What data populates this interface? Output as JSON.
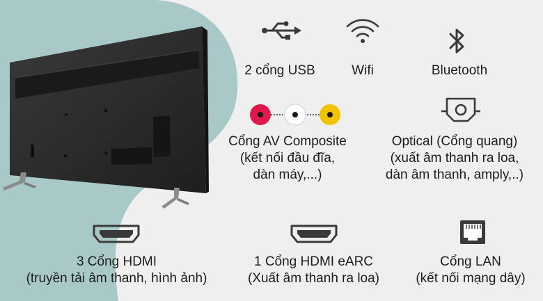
{
  "colors": {
    "background": "#efefef",
    "blob": "#a9c9c8",
    "tv_body": "#2a2a2a",
    "av_red": "#e0194a",
    "av_white": "#ffffff",
    "av_yellow": "#f2c300",
    "icon": "#3a3a3a"
  },
  "ports": {
    "usb": {
      "icon": "usb-icon",
      "label": "2 cổng USB"
    },
    "wifi": {
      "icon": "wifi-icon",
      "label": "Wifi"
    },
    "bluetooth": {
      "icon": "bluetooth-icon",
      "label": "Bluetooth"
    },
    "av": {
      "icon": "av-composite-icon",
      "lines": [
        "Cổng AV Composite",
        "(kết nối đầu đĩa,",
        "dàn máy,...)"
      ]
    },
    "optical": {
      "icon": "optical-icon",
      "lines": [
        "Optical (Cổng quang)",
        "(xuất âm thanh ra loa,",
        "dàn âm thanh, amply,..)"
      ]
    },
    "hdmi": {
      "icon": "hdmi-icon",
      "lines": [
        "3 Cổng HDMI",
        "(truyền tải âm thanh, hình ảnh)"
      ]
    },
    "hdmi_earc": {
      "icon": "hdmi-icon",
      "lines": [
        "1 Cổng HDMI eARC",
        "(Xuất âm thanh ra loa)"
      ]
    },
    "lan": {
      "icon": "lan-icon",
      "lines": [
        "Cổng LAN",
        "(kết nối mạng dây)"
      ]
    }
  }
}
